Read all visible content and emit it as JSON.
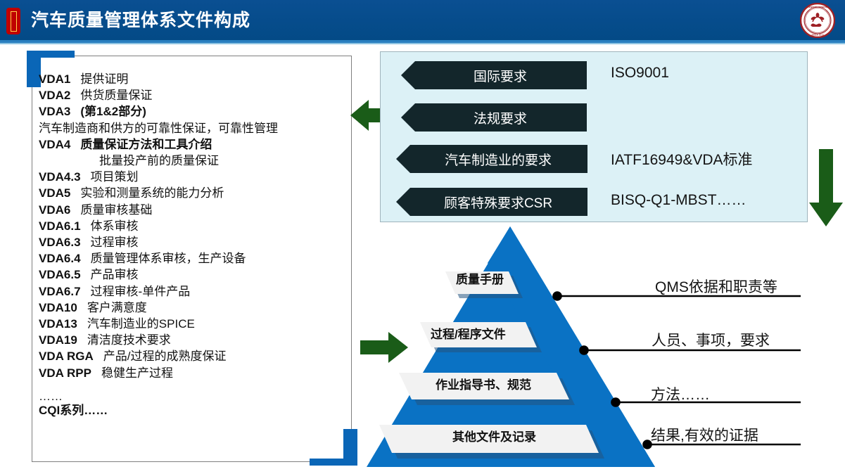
{
  "header": {
    "title": "汽车质量管理体系文件构成",
    "accent_color": "#c00000",
    "bar_color": "#0a4f92",
    "logo": {
      "name": "century-wisdom-business-college-seal",
      "outer_text": "CENTURY WISDOM BUSINESS COLLEGE",
      "bottom_text": "SINCE 2013",
      "color": "#9e2025"
    }
  },
  "vda_panel": {
    "accent_color": "#0a66b7",
    "rows": [
      {
        "code": "VDA1",
        "desc": "提供证明",
        "bold_desc": false,
        "indent": false
      },
      {
        "code": "VDA2",
        "desc": "供货质量保证",
        "bold_desc": false,
        "indent": false
      },
      {
        "code": "VDA3",
        "desc": "(第1&2部分)",
        "bold_desc": true,
        "indent": false
      },
      {
        "code": "",
        "desc": "汽车制造商和供方的可靠性保证，可靠性管理",
        "bold_desc": false,
        "indent": false
      },
      {
        "code": "VDA4",
        "desc": "质量保证方法和工具介绍",
        "bold_desc": true,
        "indent": false
      },
      {
        "code": "",
        "desc": "批量投产前的质量保证",
        "bold_desc": false,
        "indent": true
      },
      {
        "code": "VDA4.3",
        "desc": "项目策划",
        "bold_desc": false,
        "indent": false
      },
      {
        "code": "VDA5",
        "desc": "实验和测量系统的能力分析",
        "bold_desc": false,
        "indent": false
      },
      {
        "code": "VDA6",
        "desc": "质量审核基础",
        "bold_desc": false,
        "indent": false
      },
      {
        "code": "VDA6.1",
        "desc": "体系审核",
        "bold_desc": false,
        "indent": false
      },
      {
        "code": "VDA6.3",
        "desc": "过程审核",
        "bold_desc": false,
        "indent": false
      },
      {
        "code": "VDA6.4",
        "desc": "质量管理体系审核，生产设备",
        "bold_desc": false,
        "indent": false
      },
      {
        "code": "VDA6.5",
        "desc": "产品审核",
        "bold_desc": false,
        "indent": false
      },
      {
        "code": "VDA6.7",
        "desc": "过程审核-单件产品",
        "bold_desc": false,
        "indent": false
      },
      {
        "code": "VDA10",
        "desc": "客户满意度",
        "bold_desc": false,
        "indent": false
      },
      {
        "code": "VDA13",
        "desc": "汽车制造业的SPICE",
        "bold_desc": false,
        "indent": false
      },
      {
        "code": "VDA19",
        "desc": "清洁度技术要求",
        "bold_desc": false,
        "indent": false
      },
      {
        "code": "VDA RGA",
        "desc": "产品/过程的成熟度保证",
        "bold_desc": false,
        "indent": false
      },
      {
        "code": "VDA RPP",
        "desc": "稳健生产过程",
        "bold_desc": false,
        "indent": false
      },
      {
        "code": "",
        "desc": "……",
        "bold_desc": false,
        "indent": false
      },
      {
        "code": "CQI系列……",
        "desc": "",
        "bold_desc": false,
        "indent": false
      }
    ]
  },
  "requirements": {
    "box_color": "#dcf1f6",
    "chevron_color": "#13262b",
    "items": [
      {
        "label": "国际要求",
        "value": "ISO9001"
      },
      {
        "label": "法规要求",
        "value": ""
      },
      {
        "label": "汽车制造业的要求",
        "value": "IATF16949&VDA标准"
      },
      {
        "label": "顾客特殊要求CSR",
        "value": "BISQ-Q1-MBST……"
      }
    ]
  },
  "pyramid": {
    "fill_color": "#0a72c4",
    "band_color": "#f2f2f2",
    "levels": [
      {
        "label": "质量手册",
        "callout": "QMS依据和职责等"
      },
      {
        "label": "过程/程序文件",
        "callout": "人员、事项，要求"
      },
      {
        "label": "作业指导书、规范",
        "callout": "方法……"
      },
      {
        "label": "其他文件及记录",
        "callout": "结果,有效的证据"
      }
    ]
  },
  "arrows": {
    "color": "#1a5c18",
    "left": "arrow-left",
    "right": "arrow-right",
    "down": "arrow-down"
  }
}
